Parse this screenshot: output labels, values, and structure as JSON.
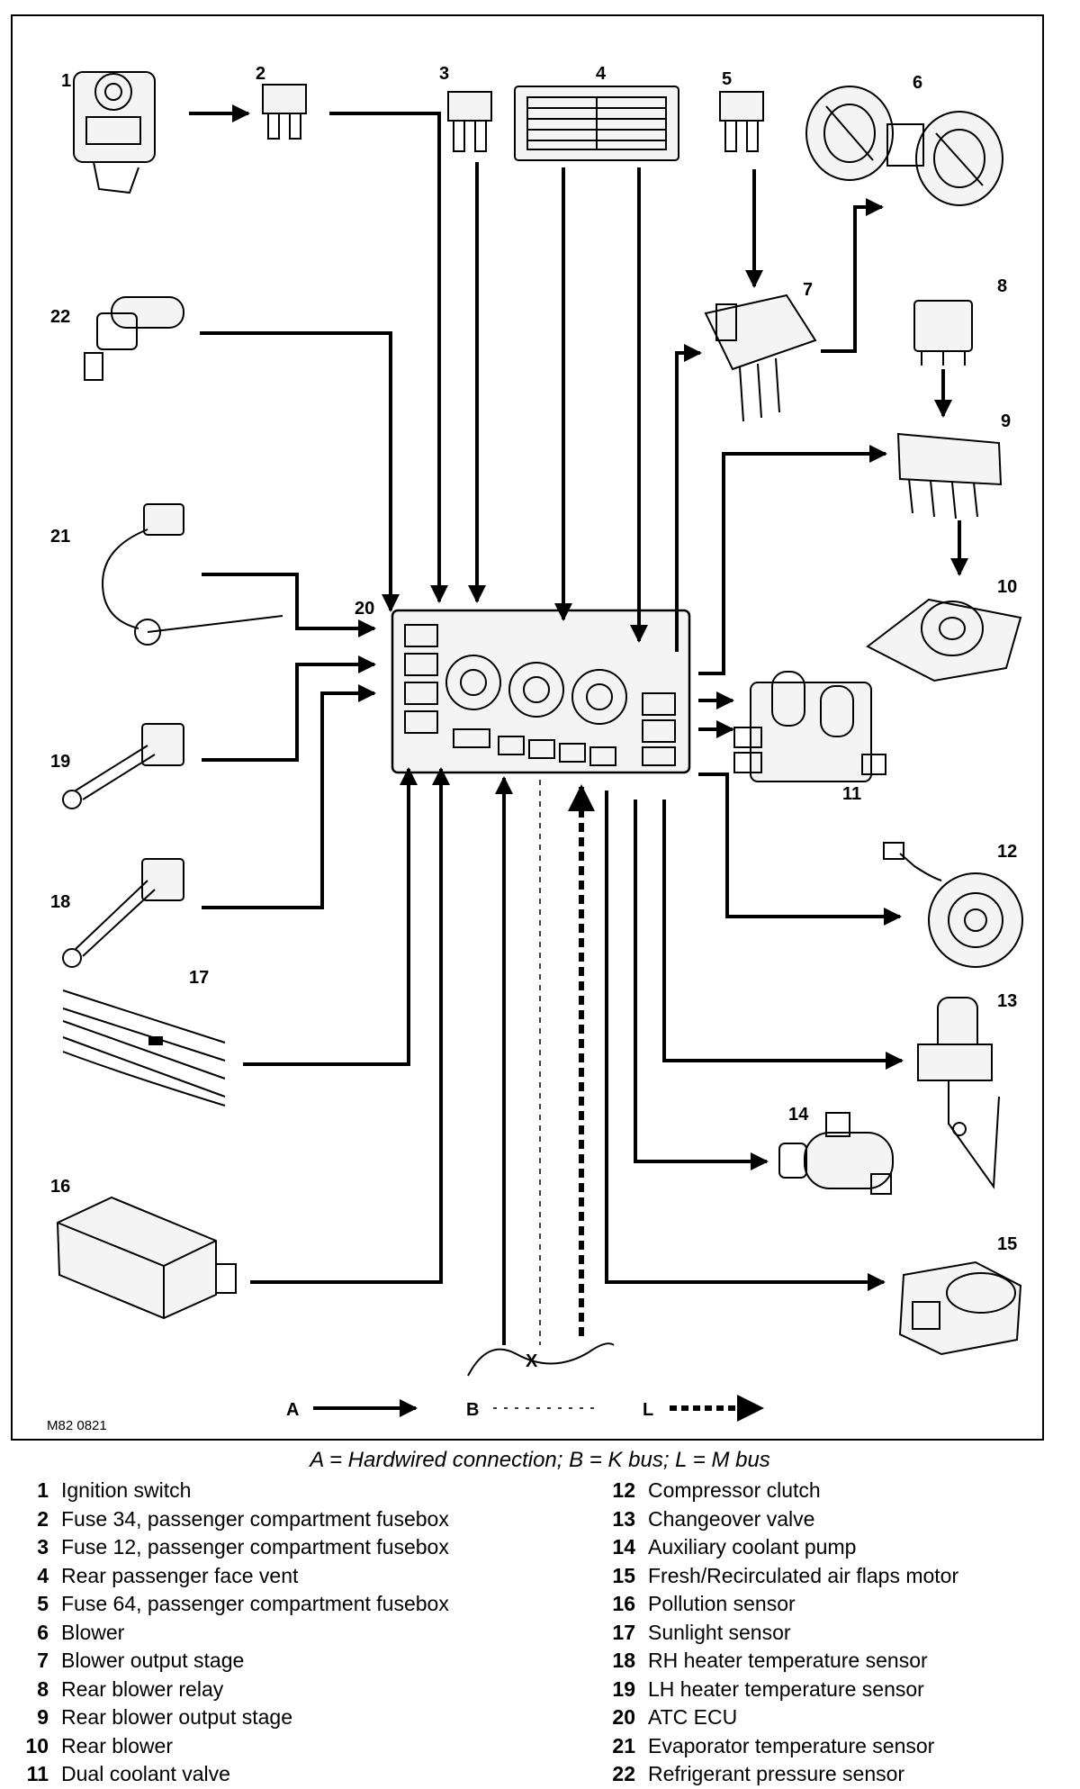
{
  "figure_ref": "M82 0821",
  "callouts": {
    "c1": "1",
    "c2": "2",
    "c3": "3",
    "c4": "4",
    "c5": "5",
    "c6": "6",
    "c7": "7",
    "c8": "8",
    "c9": "9",
    "c10": "10",
    "c11": "11",
    "c12": "12",
    "c13": "13",
    "c14": "14",
    "c15": "15",
    "c16": "16",
    "c17": "17",
    "c18": "18",
    "c19": "19",
    "c20": "20",
    "c21": "21",
    "c22": "22",
    "bus_x": "X"
  },
  "line_legend": {
    "a": "A",
    "b": "B",
    "l": "L"
  },
  "caption": "A = Hardwired connection; B = K bus; L = M bus",
  "key_left": [
    {
      "num": "1",
      "label": "Ignition switch"
    },
    {
      "num": "2",
      "label": "Fuse 34, passenger compartment fusebox"
    },
    {
      "num": "3",
      "label": "Fuse 12, passenger compartment fusebox"
    },
    {
      "num": "4",
      "label": "Rear passenger face vent"
    },
    {
      "num": "5",
      "label": "Fuse 64, passenger compartment fusebox"
    },
    {
      "num": "6",
      "label": "Blower"
    },
    {
      "num": "7",
      "label": "Blower output stage"
    },
    {
      "num": "8",
      "label": "Rear blower relay"
    },
    {
      "num": "9",
      "label": "Rear blower output stage"
    },
    {
      "num": "10",
      "label": "Rear blower"
    },
    {
      "num": "11",
      "label": "Dual coolant valve"
    }
  ],
  "key_right": [
    {
      "num": "12",
      "label": "Compressor clutch"
    },
    {
      "num": "13",
      "label": "Changeover valve"
    },
    {
      "num": "14",
      "label": "Auxiliary coolant pump"
    },
    {
      "num": "15",
      "label": "Fresh/Recirculated air flaps motor"
    },
    {
      "num": "16",
      "label": "Pollution sensor"
    },
    {
      "num": "17",
      "label": "Sunlight sensor"
    },
    {
      "num": "18",
      "label": "RH heater temperature sensor"
    },
    {
      "num": "19",
      "label": "LH heater temperature sensor"
    },
    {
      "num": "20",
      "label": "ATC ECU"
    },
    {
      "num": "21",
      "label": "Evaporator temperature sensor"
    },
    {
      "num": "22",
      "label": "Refrigerant pressure sensor"
    }
  ]
}
